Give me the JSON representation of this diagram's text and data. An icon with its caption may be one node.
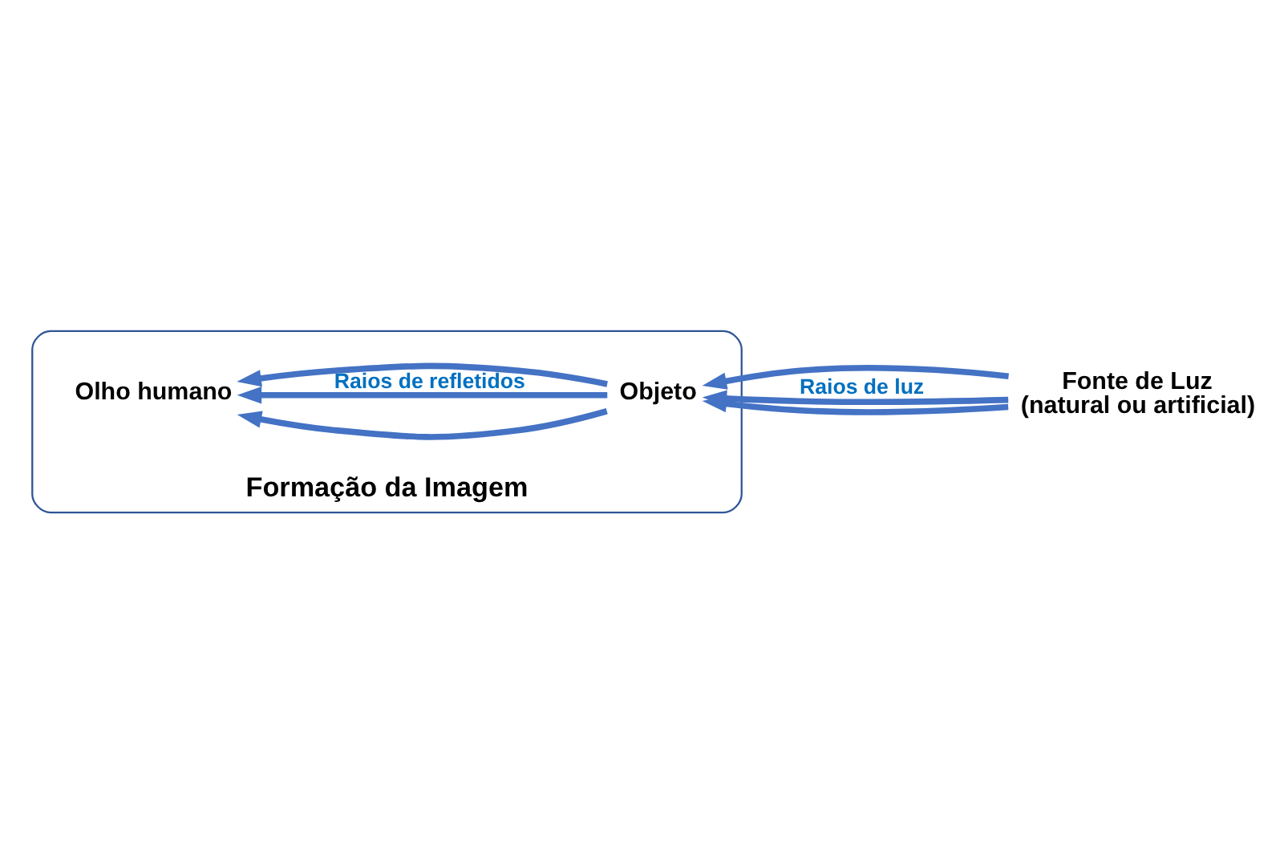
{
  "diagram": {
    "nodes": [
      {
        "text": [
          "Formação da Imagem"
        ]
      },
      {
        "text": [
          "Olho humano"
        ],
        "in": 0
      },
      {
        "text": [
          "Objeto"
        ],
        "in": 0
      },
      {
        "text": [
          "Fonte de Luz (natural ou artificial)"
        ]
      }
    ],
    "edges": [
      {
        "from": 3,
        "to": 2,
        "arrow": "to"
      },
      {
        "from": 3,
        "to": 2,
        "arrow": "to",
        "label": "Raios de luz"
      },
      {
        "from": 3,
        "to": 2,
        "arrow": "to"
      },
      {
        "from": 2,
        "to": 1,
        "arrow": "to"
      },
      {
        "from": 2,
        "to": 1,
        "arrow": "to",
        "label": "Raios de refletidos"
      },
      {
        "from": 2,
        "to": 1,
        "arrow": "to"
      }
    ]
  }
}
